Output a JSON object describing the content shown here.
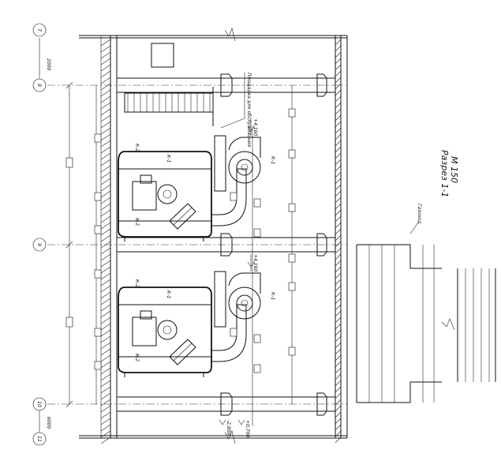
{
  "section": {
    "title": "Разрез 1-1",
    "scale": "М 150"
  },
  "axes": [
    {
      "id": "7",
      "label": "7"
    },
    {
      "id": "8",
      "label": "8"
    },
    {
      "id": "9",
      "label": "9"
    },
    {
      "id": "10",
      "label": "10"
    },
    {
      "id": "11",
      "label": "11"
    }
  ],
  "dimensions": {
    "top_span": "2000",
    "bottom_span": "6000"
  },
  "elevations": {
    "top_pipe": "+4,160",
    "mid_pipe": "+4,160",
    "bottom_a": "-2,800",
    "bottom_b": "+0,700"
  },
  "callouts": {
    "platform": "Площадка для обслуживания",
    "gas_duct": "Газоход",
    "boiler_1": "К-1",
    "boiler_2": "К-2"
  },
  "colors": {
    "line": "#111111",
    "background": "#ffffff"
  }
}
